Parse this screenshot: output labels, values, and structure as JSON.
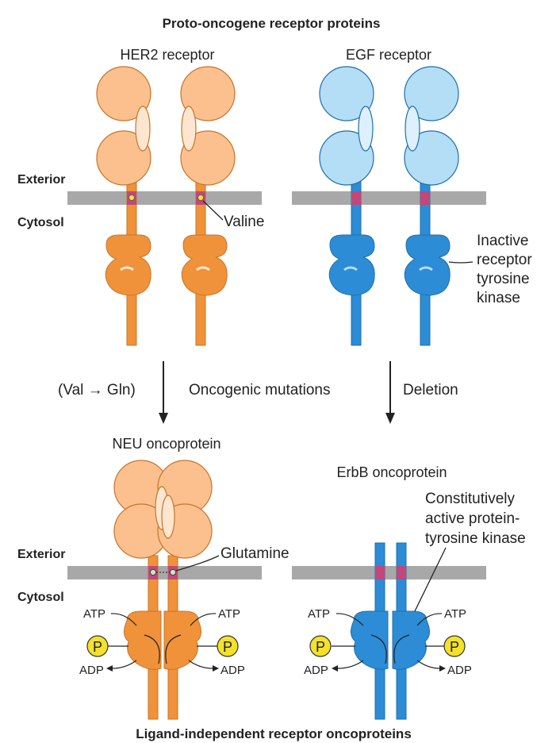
{
  "title_top": "Proto-oncogene receptor proteins",
  "title_bottom": "Ligand-independent receptor oncoproteins",
  "receptors": {
    "her2_label": "HER2 receptor",
    "egf_label": "EGF receptor",
    "neu_label": "NEU oncoprotein",
    "erbb_label": "ErbB oncoprotein"
  },
  "compartments": {
    "exterior": "Exterior",
    "cytosol": "Cytosol"
  },
  "annotations": {
    "valine": "Valine",
    "inactive_kinase": [
      "Inactive",
      "receptor",
      "tyrosine",
      "kinase"
    ],
    "glutamine": "Glutamine",
    "active_kinase": [
      "Constitutively",
      "active protein-",
      "tyrosine kinase"
    ],
    "atp": "ATP",
    "adp": "ADP",
    "phosphate": "P"
  },
  "transitions": {
    "val_gln": "(Val → Gln)",
    "oncogenic": "Oncogenic mutations",
    "deletion": "Deletion"
  },
  "colors": {
    "orange_fill": "#FBC08E",
    "orange_dark": "#F0923A",
    "orange_stroke": "#C8742A",
    "blue_fill": "#B4DEF5",
    "blue_dark": "#2C8CD6",
    "blue_stroke": "#1F6FAE",
    "membrane": "#A8A8A8",
    "tm_segment": "#C0487A",
    "phosphate": "#F4E12A"
  }
}
